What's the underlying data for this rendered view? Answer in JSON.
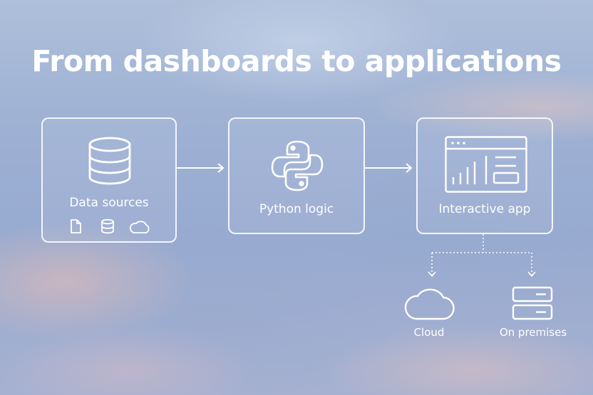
{
  "title": "From dashboards to applications",
  "nodes": {
    "data_sources": {
      "label": "Data sources",
      "icon": "database-icon",
      "sub_icons": [
        "file-icon",
        "database-icon",
        "cloud-icon"
      ]
    },
    "python_logic": {
      "label": "Python logic",
      "icon": "python-logo-icon"
    },
    "interactive_app": {
      "label": "Interactive app",
      "icon": "app-window-icon"
    },
    "cloud": {
      "label": "Cloud",
      "icon": "cloud-icon"
    },
    "on_premises": {
      "label": "On premises",
      "icon": "server-icon"
    }
  },
  "connections": [
    {
      "from": "Data sources",
      "to": "Python logic",
      "style": "solid-arrow"
    },
    {
      "from": "Python logic",
      "to": "Interactive app",
      "style": "solid-arrow"
    },
    {
      "from": "Interactive app",
      "to": "Cloud",
      "style": "dotted-arrow"
    },
    {
      "from": "Interactive app",
      "to": "On premises",
      "style": "dotted-arrow"
    }
  ],
  "colors": {
    "foreground": "#ffffff",
    "sky_blue": "#9db0d3",
    "cloud_pink": "#ecbeb4"
  }
}
